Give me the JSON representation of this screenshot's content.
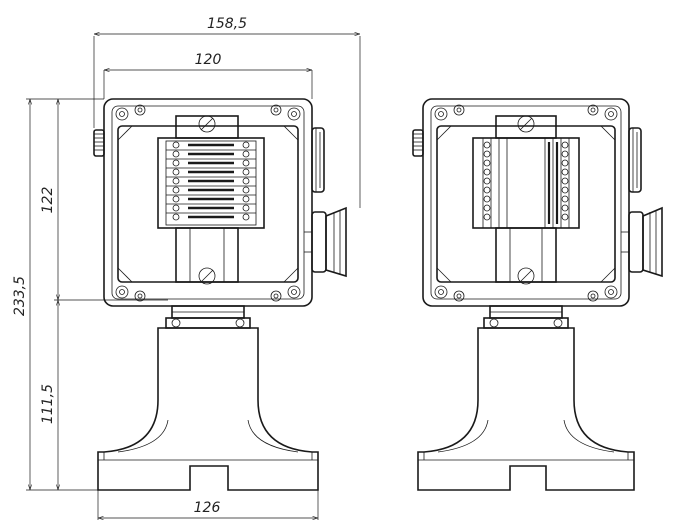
{
  "drawing": {
    "dimensions": {
      "overall_width": "158,5",
      "box_width": "120",
      "box_height": "122",
      "total_height": "233,5",
      "stand_height": "111,5",
      "base_width": "126"
    }
  }
}
